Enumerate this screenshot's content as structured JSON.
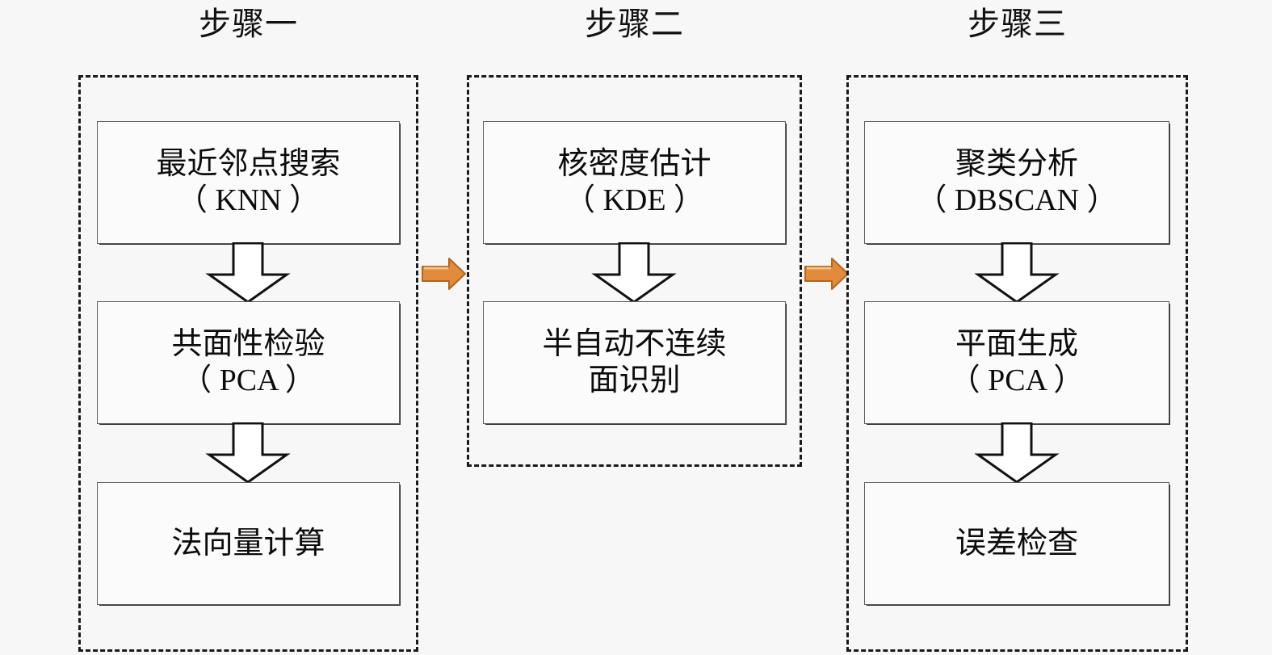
{
  "diagram": {
    "title_font_color": "#111111",
    "background_color": "#f7f7f7",
    "box_fill_color": "#fbfbfb",
    "box_border_color": "#5d5d5d",
    "group_border_color": "#1a1a1a",
    "connector_color": "#e08c3c",
    "connector_stroke_color": "#b5651d",
    "arrow_outline_color": "#111111",
    "arrow_fill_color": "#ffffff"
  },
  "steps": [
    {
      "id": "step-1",
      "title": "步骤一",
      "boxes": [
        {
          "id": "knn",
          "line1": "最近邻点搜索",
          "line2": "（ KNN ）",
          "text": "最近邻点搜索\n（ KNN ）"
        },
        {
          "id": "pca-test",
          "line1": "共面性检验",
          "line2": "（ PCA ）",
          "text": "共面性检验\n（ PCA ）"
        },
        {
          "id": "normal",
          "line1": "法向量计算",
          "line2": "",
          "text": "法向量计算"
        }
      ]
    },
    {
      "id": "step-2",
      "title": "步骤二",
      "boxes": [
        {
          "id": "kde",
          "line1": "核密度估计",
          "line2": "（ KDE ）",
          "text": "核密度估计\n（ KDE ）"
        },
        {
          "id": "discontinuity",
          "line1": "半自动不连续",
          "line2": "面识别",
          "text": "半自动不连续\n面识别"
        }
      ]
    },
    {
      "id": "step-3",
      "title": "步骤三",
      "boxes": [
        {
          "id": "dbscan",
          "line1": "聚类分析",
          "line2": "（ DBSCAN ）",
          "text": "聚类分析\n（ DBSCAN ）"
        },
        {
          "id": "plane-gen",
          "line1": "平面生成",
          "line2": "（ PCA ）",
          "text": "平面生成\n（ PCA ）"
        },
        {
          "id": "error-check",
          "line1": "误差检查",
          "line2": "",
          "text": "误差检查"
        }
      ]
    }
  ],
  "connectors": [
    {
      "id": "connector-1-2",
      "from": "step-1",
      "to": "step-2",
      "kind": "orange-right-arrow"
    },
    {
      "id": "connector-2-3",
      "from": "step-2",
      "to": "step-3",
      "kind": "orange-right-arrow"
    }
  ],
  "flow_arrows": [
    {
      "id": "arrow-knn-to-pca",
      "kind": "hollow-down-arrow"
    },
    {
      "id": "arrow-pca-to-normal",
      "kind": "hollow-down-arrow"
    },
    {
      "id": "arrow-kde-to-discont",
      "kind": "hollow-down-arrow"
    },
    {
      "id": "arrow-dbscan-to-plane",
      "kind": "hollow-down-arrow"
    },
    {
      "id": "arrow-plane-to-error",
      "kind": "hollow-down-arrow"
    }
  ]
}
